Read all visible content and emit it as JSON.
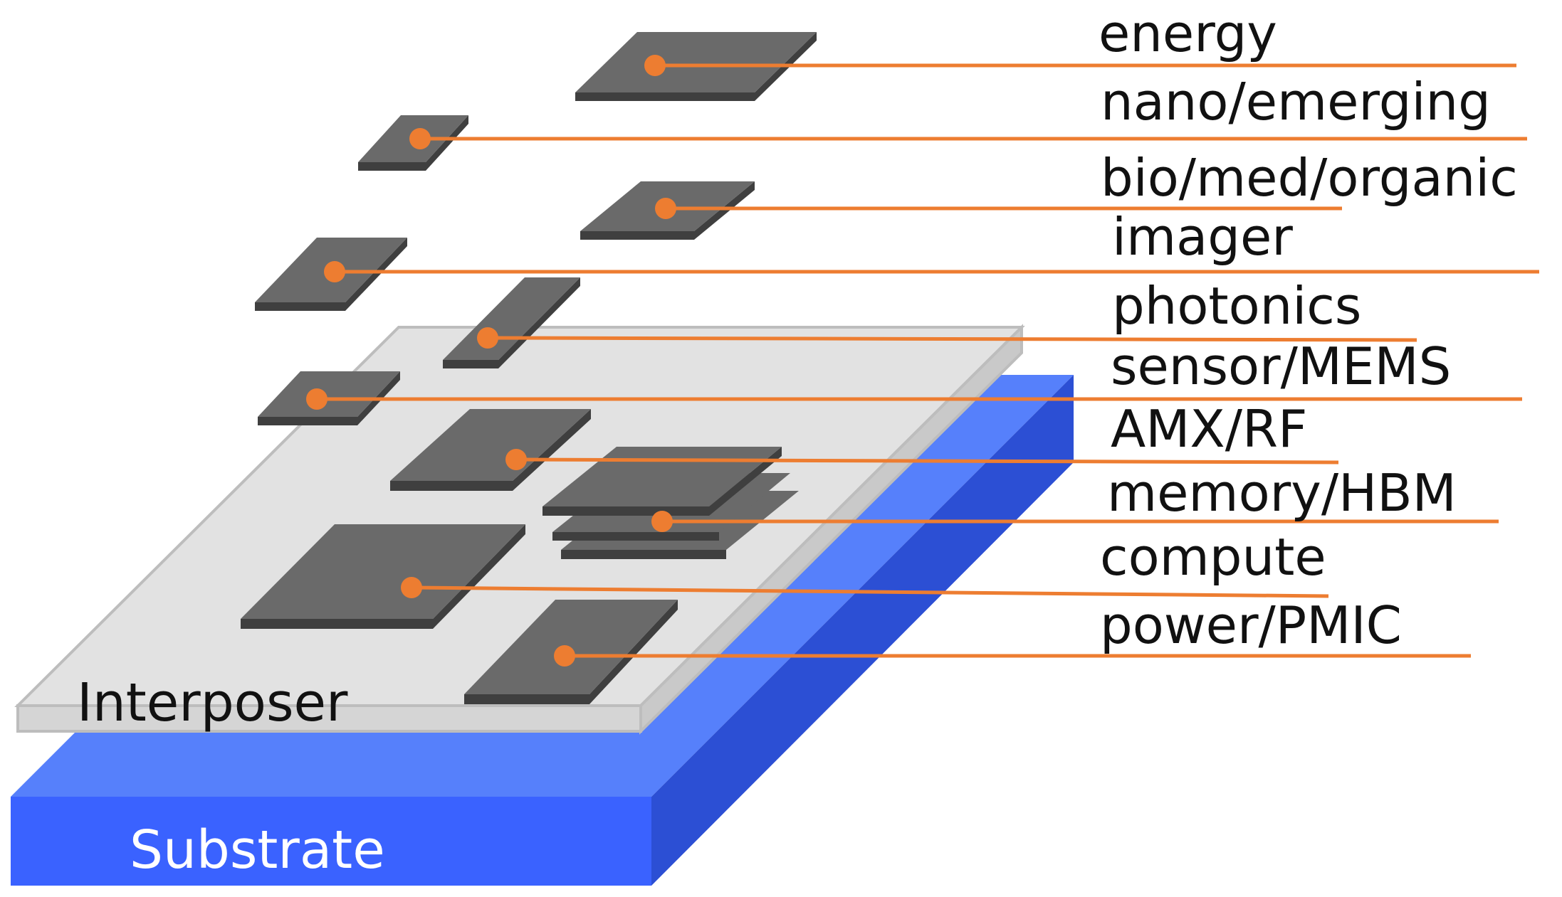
{
  "labels": {
    "interposer": "Interposer",
    "substrate": "Substrate"
  },
  "chiplets": [
    {
      "id": "energy",
      "label": "energy"
    },
    {
      "id": "nano-emerging",
      "label": "nano/emerging"
    },
    {
      "id": "bio-med-organic",
      "label": "bio/med/organic"
    },
    {
      "id": "imager",
      "label": "imager"
    },
    {
      "id": "photonics",
      "label": "photonics"
    },
    {
      "id": "sensor-mems",
      "label": "sensor/MEMS"
    },
    {
      "id": "amx-rf",
      "label": "AMX/RF"
    },
    {
      "id": "memory-hbm",
      "label": "memory/HBM"
    },
    {
      "id": "compute",
      "label": "compute"
    },
    {
      "id": "power-pmic",
      "label": "power/PMIC"
    }
  ],
  "colors": {
    "leader": "#ed7d31",
    "chip_top": "#6a6a6a",
    "chip_side": "#3f3f3f",
    "interposer_top": "#e2e2e2",
    "interposer_edge": "#bdbdbd",
    "substrate_top": "#5680fb",
    "substrate_front": "#3a62ff",
    "substrate_side": "#2c4fd4",
    "substrate_text": "#ffffff",
    "text": "#111111"
  }
}
